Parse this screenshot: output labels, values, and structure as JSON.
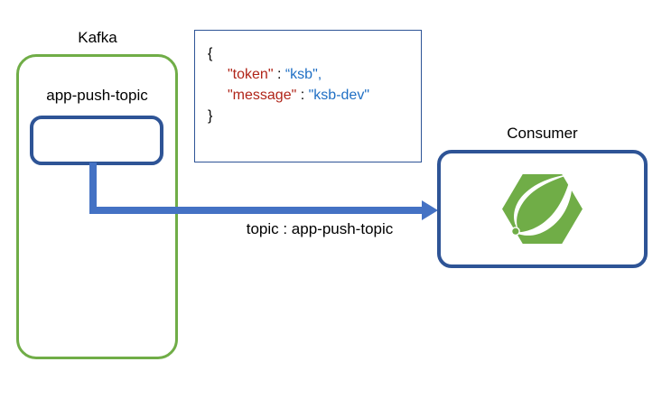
{
  "diagram": {
    "title": "Kafka to Spring Consumer message flow",
    "colors": {
      "kafka_green": "#70AD47",
      "box_navy": "#2E5496",
      "arrow_blue": "#4472C4",
      "json_key_red": "#B02418",
      "json_value_blue": "#1F6FC4",
      "spring_green": "#70AD47",
      "background": "#FFFFFF"
    }
  },
  "kafka": {
    "label": "Kafka",
    "topic": {
      "label": "app-push-topic"
    }
  },
  "payload": {
    "lines": [
      {
        "text": "{"
      },
      {
        "key": "\"token\"",
        "sep": " : ",
        "value": "“ksb\",",
        "indent": true
      },
      {
        "key": "\"message\"",
        "sep": " : ",
        "value": "\"ksb-dev\"",
        "indent": true
      },
      {
        "text": "}"
      }
    ],
    "open_brace": "{",
    "close_brace": "}",
    "token_key": "\"token\"",
    "token_sep": " : ",
    "token_value": "“ksb\",",
    "message_key": "\"message\"",
    "message_sep": " : ",
    "message_value": "\"ksb-dev\""
  },
  "arrow": {
    "label": "topic : app-push-topic",
    "direction": "right",
    "head_icon": "arrowhead-right-icon"
  },
  "consumer": {
    "label": "Consumer",
    "logo": "spring-framework-logo-icon"
  }
}
